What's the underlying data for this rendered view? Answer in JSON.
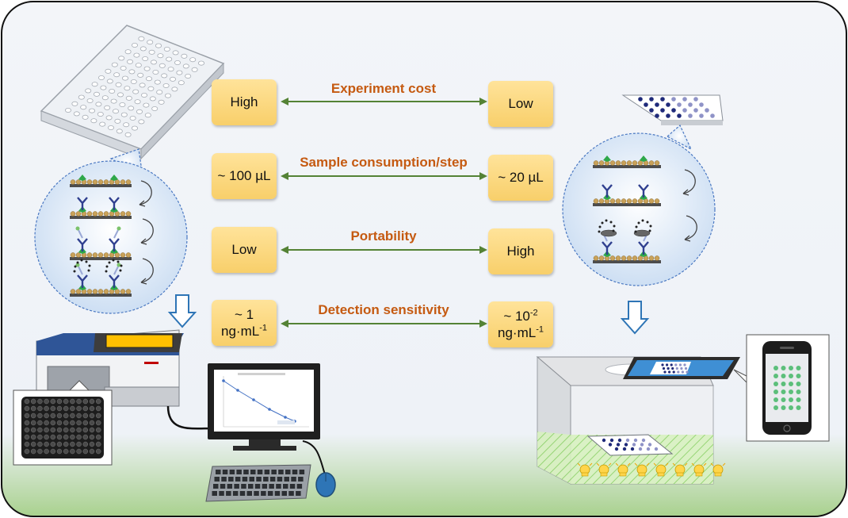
{
  "rows": [
    {
      "title": "Experiment cost",
      "left": "High",
      "right": "Low"
    },
    {
      "title": "Sample consumption/step",
      "left": "~ 100 µL",
      "right": "~ 20 µL"
    },
    {
      "title": "Portability",
      "left": "Low",
      "right": "High"
    },
    {
      "title": "Detection sensitivity",
      "left": {
        "line1": "~ 1",
        "line2_base": "ng·mL",
        "line2_sup": "-1"
      },
      "right": {
        "line1_base": "~ 10",
        "line1_sup": "-2",
        "line2_base": "ng·mL",
        "line2_sup": "-1"
      }
    }
  ],
  "colors": {
    "arrow": "#548235",
    "title": "#c55a11",
    "box": "#fbd775",
    "assay_bubble": "#dbe7f6",
    "down_arrow": "#2e75b6"
  },
  "icons": [
    "microplate-icon",
    "miniature-plate-icon",
    "plate-reader-icon",
    "computer-monitor-icon",
    "keyboard-icon",
    "mouse-icon",
    "imaging-box-icon",
    "tablet-icon",
    "smartphone-icon",
    "led-icon"
  ]
}
